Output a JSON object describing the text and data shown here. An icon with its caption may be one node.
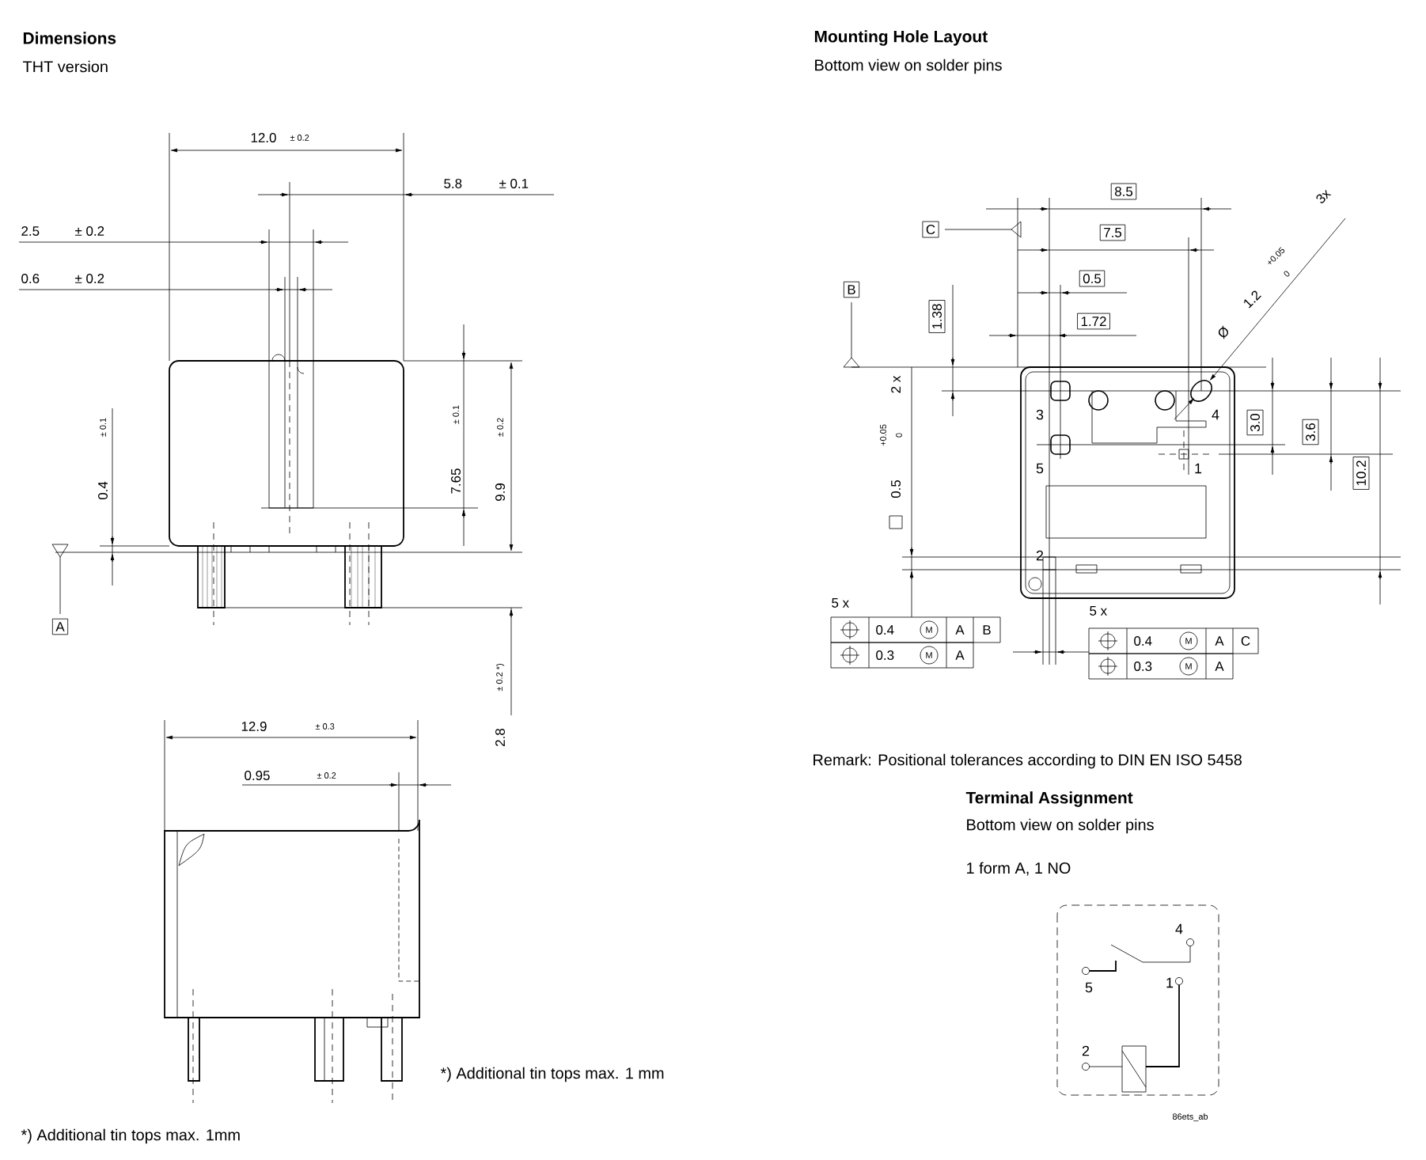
{
  "diagram": {
    "labels": [
      "Dimensions",
      "THT version",
      "Mounting Hole Layout",
      "Bottom view on solder pins",
      "12.0",
      "± 0.2",
      "5.8",
      "± 0.1",
      "2.5",
      "± 0.2",
      "0.6",
      "± 0.2",
      "8.5",
      "C",
      "7.5",
      "3x",
      "+0.05",
      "0",
      "1.2",
      "Ø",
      "0.5",
      "B",
      "1.38",
      "1.72",
      "2 x",
      "+0.05",
      "0",
      "± 0.1",
      "0.4",
      "± 0.1",
      "7.65",
      "± 0.2",
      "9.9",
      "3",
      "4",
      "3.0",
      "3.6",
      "5",
      "1",
      "0.5",
      "10.2",
      "2",
      "A",
      "5 x",
      "0.4",
      "M",
      "A",
      "B",
      "0.3",
      "M",
      "A",
      "5 x",
      "0.4",
      "M",
      "A",
      "C",
      "0.3",
      "M",
      "A",
      "± 0.2 *)",
      "2.8",
      "12.9",
      "± 0.3",
      "0.95",
      "± 0.2",
      "Remark: Positional tolerances according to DIN EN ISO 5458",
      "Terminal Assignment",
      "Bottom view on solder pins",
      "1 form A, 1 NO",
      "4",
      "5",
      "1",
      "2",
      "*) Additional tin tops max. 1 mm",
      "86ets_ab",
      "*) Additional tin tops max. 1mm"
    ]
  }
}
